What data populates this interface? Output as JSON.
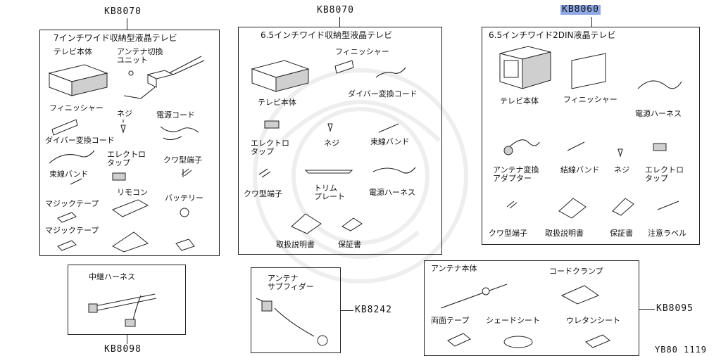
{
  "codes": {
    "top_left": "KB8070",
    "top_mid": "KB8070",
    "top_right": "KB8060",
    "bottom_left": "KB8098",
    "bottom_mid": "KB8242",
    "bottom_right": "KB8095"
  },
  "figure_id": "YB80 1119",
  "box1": {
    "title": "7インチワイド収納型液晶テレビ",
    "labels": {
      "tv_body": "テレビ本体",
      "antenna_switch": "アンテナ切換\nユニット",
      "finisher": "フィニッシャー",
      "screw": "ネジ",
      "power_cord": "電源コード",
      "diver_cord": "ダイバー変換コード",
      "electro_tap": "エレクトロ\nタップ",
      "kuwa_terminal": "クワ型端子",
      "bundle_band": "束線バンド",
      "remote": "リモコン",
      "battery": "バッテリー",
      "magic_tape_1": "マジックテープ",
      "magic_tape_2": "マジックテープ"
    }
  },
  "box2": {
    "title": "6.5インチワイド収納型液晶テレビ",
    "labels": {
      "finisher": "フィニッシャー",
      "tv_body": "テレビ本体",
      "diver_cord": "ダイバー変換コード",
      "electro_tap": "エレクトロ\nタップ",
      "screw": "ネジ",
      "bundle_band": "束線バンド",
      "kuwa_terminal": "クワ型端子",
      "trim_plate": "トリム\nプレート",
      "power_harness": "電源ハーネス",
      "manual": "取扱説明書",
      "warranty": "保証書"
    }
  },
  "box3": {
    "title": "6.5インチワイド2DIN液晶テレビ",
    "labels": {
      "tv_body": "テレビ本体",
      "finisher": "フィニッシャー",
      "power_harness": "電源ハーネス",
      "antenna_adapter": "アンテナ変換\nアダプター",
      "bundle_band": "結線バンド",
      "screw": "ネジ",
      "electro_tap": "エレクトロ\nタップ",
      "kuwa_terminal": "クワ型端子",
      "manual": "取扱説明書",
      "warranty": "保証書",
      "caution_label": "注意ラベル"
    }
  },
  "box4": {
    "labels": {
      "relay_harness": "中継ハーネス"
    }
  },
  "box5": {
    "labels": {
      "sub_feeder": "アンテナ\nサブフィダー"
    }
  },
  "box6": {
    "labels": {
      "antenna_body": "アンテナ本体",
      "cord_clamp": "コードクランプ",
      "double_tape": "両面テープ",
      "shade_sheet": "シェードシート",
      "urethane_sheet": "ウレタンシート"
    }
  }
}
